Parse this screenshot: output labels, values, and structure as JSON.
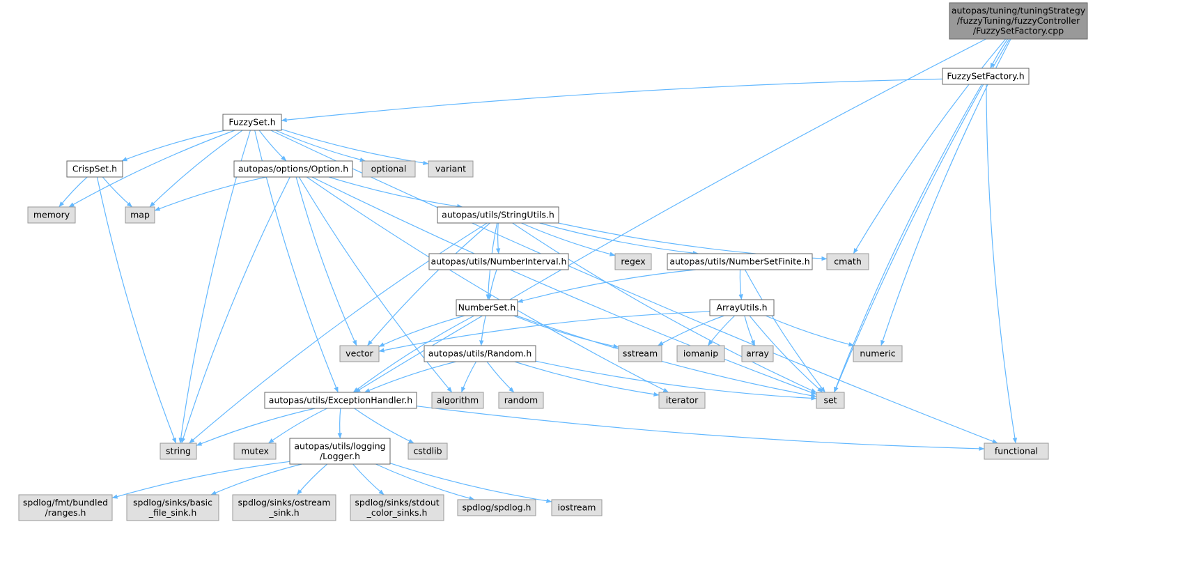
{
  "diagram": {
    "type": "include-dependency-graph",
    "colors": {
      "root_fill": "#999999",
      "root_border": "#666666",
      "file_fill": "#ffffff",
      "file_border": "#666666",
      "system_fill": "#e0e0e0",
      "system_border": "#999999",
      "edge": "#63b8ff"
    },
    "nodes": [
      {
        "id": "root",
        "kind": "root",
        "lines": [
          "autopas/tuning/tuningStrategy",
          "/fuzzyTuning/fuzzyController",
          "/FuzzySetFactory.cpp"
        ]
      },
      {
        "id": "fsf",
        "kind": "file",
        "lines": [
          "FuzzySetFactory.h"
        ]
      },
      {
        "id": "fs",
        "kind": "file",
        "lines": [
          "FuzzySet.h"
        ]
      },
      {
        "id": "crisp",
        "kind": "file",
        "lines": [
          "CrispSet.h"
        ]
      },
      {
        "id": "option",
        "kind": "file",
        "lines": [
          "autopas/options/Option.h"
        ]
      },
      {
        "id": "optional",
        "kind": "system",
        "lines": [
          "optional"
        ]
      },
      {
        "id": "variant",
        "kind": "system",
        "lines": [
          "variant"
        ]
      },
      {
        "id": "memory",
        "kind": "system",
        "lines": [
          "memory"
        ]
      },
      {
        "id": "map",
        "kind": "system",
        "lines": [
          "map"
        ]
      },
      {
        "id": "strutils",
        "kind": "file",
        "lines": [
          "autopas/utils/StringUtils.h"
        ]
      },
      {
        "id": "numint",
        "kind": "file",
        "lines": [
          "autopas/utils/NumberInterval.h"
        ]
      },
      {
        "id": "regex",
        "kind": "system",
        "lines": [
          "regex"
        ]
      },
      {
        "id": "numfin",
        "kind": "file",
        "lines": [
          "autopas/utils/NumberSetFinite.h"
        ]
      },
      {
        "id": "cmath",
        "kind": "system",
        "lines": [
          "cmath"
        ]
      },
      {
        "id": "numset",
        "kind": "file",
        "lines": [
          "NumberSet.h"
        ]
      },
      {
        "id": "arrutils",
        "kind": "file",
        "lines": [
          "ArrayUtils.h"
        ]
      },
      {
        "id": "vector",
        "kind": "system",
        "lines": [
          "vector"
        ]
      },
      {
        "id": "random_h",
        "kind": "file",
        "lines": [
          "autopas/utils/Random.h"
        ]
      },
      {
        "id": "sstream",
        "kind": "system",
        "lines": [
          "sstream"
        ]
      },
      {
        "id": "iomanip",
        "kind": "system",
        "lines": [
          "iomanip"
        ]
      },
      {
        "id": "array",
        "kind": "system",
        "lines": [
          "array"
        ]
      },
      {
        "id": "numeric",
        "kind": "system",
        "lines": [
          "numeric"
        ]
      },
      {
        "id": "exc",
        "kind": "file",
        "lines": [
          "autopas/utils/ExceptionHandler.h"
        ]
      },
      {
        "id": "algorithm",
        "kind": "system",
        "lines": [
          "algorithm"
        ]
      },
      {
        "id": "random",
        "kind": "system",
        "lines": [
          "random"
        ]
      },
      {
        "id": "iterator",
        "kind": "system",
        "lines": [
          "iterator"
        ]
      },
      {
        "id": "set",
        "kind": "system",
        "lines": [
          "set"
        ]
      },
      {
        "id": "string",
        "kind": "system",
        "lines": [
          "string"
        ]
      },
      {
        "id": "mutex",
        "kind": "system",
        "lines": [
          "mutex"
        ]
      },
      {
        "id": "logger",
        "kind": "file",
        "lines": [
          "autopas/utils/logging",
          "/Logger.h"
        ]
      },
      {
        "id": "cstdlib",
        "kind": "system",
        "lines": [
          "cstdlib"
        ]
      },
      {
        "id": "functional",
        "kind": "system",
        "lines": [
          "functional"
        ]
      },
      {
        "id": "fmtranges",
        "kind": "system",
        "lines": [
          "spdlog/fmt/bundled",
          "/ranges.h"
        ]
      },
      {
        "id": "basicsink",
        "kind": "system",
        "lines": [
          "spdlog/sinks/basic",
          "_file_sink.h"
        ]
      },
      {
        "id": "ostreamsink",
        "kind": "system",
        "lines": [
          "spdlog/sinks/ostream",
          "_sink.h"
        ]
      },
      {
        "id": "stdoutsink",
        "kind": "system",
        "lines": [
          "spdlog/sinks/stdout",
          "_color_sinks.h"
        ]
      },
      {
        "id": "spdlog",
        "kind": "system",
        "lines": [
          "spdlog/spdlog.h"
        ]
      },
      {
        "id": "iostream",
        "kind": "system",
        "lines": [
          "iostream"
        ]
      }
    ],
    "edges": [
      [
        "root",
        "fsf"
      ],
      [
        "root",
        "exc"
      ],
      [
        "root",
        "cmath"
      ],
      [
        "root",
        "numeric"
      ],
      [
        "root",
        "set"
      ],
      [
        "fsf",
        "fs"
      ],
      [
        "fsf",
        "functional"
      ],
      [
        "fsf",
        "set"
      ],
      [
        "fs",
        "crisp"
      ],
      [
        "fs",
        "option"
      ],
      [
        "fs",
        "optional"
      ],
      [
        "fs",
        "variant"
      ],
      [
        "fs",
        "memory"
      ],
      [
        "fs",
        "map"
      ],
      [
        "fs",
        "string"
      ],
      [
        "fs",
        "exc"
      ],
      [
        "fs",
        "functional"
      ],
      [
        "crisp",
        "memory"
      ],
      [
        "crisp",
        "map"
      ],
      [
        "crisp",
        "string"
      ],
      [
        "option",
        "map"
      ],
      [
        "option",
        "strutils"
      ],
      [
        "option",
        "vector"
      ],
      [
        "option",
        "string"
      ],
      [
        "option",
        "algorithm"
      ],
      [
        "option",
        "set"
      ],
      [
        "option",
        "iterator"
      ],
      [
        "strutils",
        "numint"
      ],
      [
        "strutils",
        "regex"
      ],
      [
        "strutils",
        "numfin"
      ],
      [
        "strutils",
        "cmath"
      ],
      [
        "strutils",
        "numset"
      ],
      [
        "strutils",
        "vector"
      ],
      [
        "strutils",
        "string"
      ],
      [
        "strutils",
        "set"
      ],
      [
        "numint",
        "numset"
      ],
      [
        "numfin",
        "numset"
      ],
      [
        "numfin",
        "arrutils"
      ],
      [
        "numfin",
        "set"
      ],
      [
        "numset",
        "vector"
      ],
      [
        "numset",
        "random_h"
      ],
      [
        "numset",
        "sstream"
      ],
      [
        "numset",
        "exc"
      ],
      [
        "numset",
        "set"
      ],
      [
        "arrutils",
        "vector"
      ],
      [
        "arrutils",
        "sstream"
      ],
      [
        "arrutils",
        "iomanip"
      ],
      [
        "arrutils",
        "array"
      ],
      [
        "arrutils",
        "numeric"
      ],
      [
        "arrutils",
        "set"
      ],
      [
        "random_h",
        "algorithm"
      ],
      [
        "random_h",
        "random"
      ],
      [
        "random_h",
        "iterator"
      ],
      [
        "random_h",
        "set"
      ],
      [
        "random_h",
        "exc"
      ],
      [
        "exc",
        "string"
      ],
      [
        "exc",
        "mutex"
      ],
      [
        "exc",
        "logger"
      ],
      [
        "exc",
        "cstdlib"
      ],
      [
        "exc",
        "functional"
      ],
      [
        "logger",
        "fmtranges"
      ],
      [
        "logger",
        "basicsink"
      ],
      [
        "logger",
        "ostreamsink"
      ],
      [
        "logger",
        "stdoutsink"
      ],
      [
        "logger",
        "spdlog"
      ],
      [
        "logger",
        "iostream"
      ]
    ]
  }
}
